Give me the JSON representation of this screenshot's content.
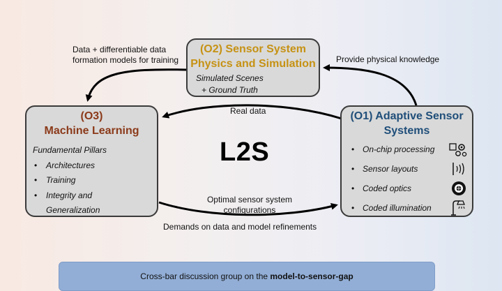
{
  "center": {
    "title": "L2S"
  },
  "o2": {
    "title_line1": "(O2) Sensor System",
    "title_line2": "Physics and  Simulation",
    "sub1": "Simulated Scenes",
    "sub2": "+ Ground Truth",
    "title_color": "#c69214"
  },
  "o3": {
    "title_line1": "(O3)",
    "title_line2": "Machine Learning",
    "subtitle": "Fundamental Pillars",
    "items": [
      "Architectures",
      "Training",
      "Integrity and Generalization"
    ],
    "title_color": "#8b3a1a"
  },
  "o1": {
    "title_line1": "(O1) Adaptive Sensor",
    "title_line2": "Systems",
    "items": [
      {
        "label": "On-chip processing",
        "icon": "chip-gears-icon"
      },
      {
        "label": "Sensor layouts",
        "icon": "sensor-waves-icon"
      },
      {
        "label": "Coded optics",
        "icon": "lens-aperture-icon"
      },
      {
        "label": "Coded illumination",
        "icon": "lamp-icon"
      }
    ],
    "title_color": "#1f4e79"
  },
  "arrows": {
    "o2_to_o3": "Data + differentiable data formation models for training",
    "o1_to_o2": "Provide physical knowledge",
    "o1_to_o3": "Real data",
    "o3_to_o1": "Optimal sensor system configurations",
    "feedback": "Demands on data and model refinements"
  },
  "bottom": {
    "prefix": "Cross-bar discussion group on the ",
    "bold": "model-to-sensor-gap"
  }
}
